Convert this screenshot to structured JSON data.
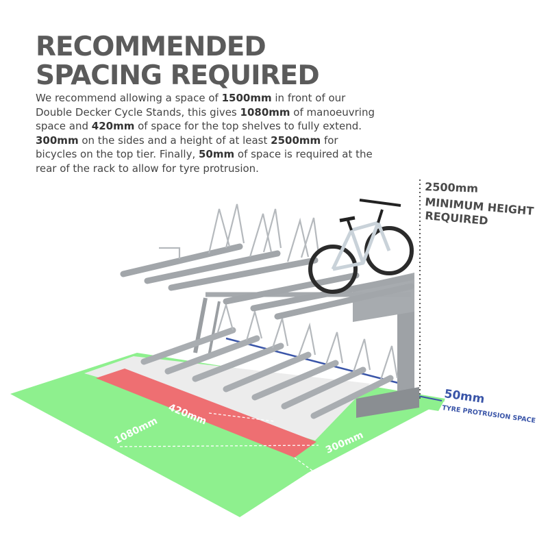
{
  "heading": {
    "line1": "RECOMMENDED",
    "line2": "SPACING REQUIRED"
  },
  "description": {
    "t1": "We recommend allowing a space of ",
    "b1": "1500mm",
    "t2": " in front of our Double Decker Cycle Stands, this gives ",
    "b2": "1080mm",
    "t3": " of manoeuvring space and ",
    "b3": "420mm",
    "t4": " of space for the top shelves to fully extend. ",
    "b4": "300mm",
    "t5": " on the sides and a height of at least ",
    "b5": "2500mm",
    "t6": " for bicycles on the top tier. Finally, ",
    "b6": "50mm",
    "t7": " of space is required at the rear of the rack to allow for tyre protrusion."
  },
  "labels": {
    "height_value": "2500mm",
    "height_line1": "MINIMUM HEIGHT",
    "height_line2": "REQUIRED",
    "rear_value": "50mm",
    "rear_text": "TYRE PROTRUSION SPACE",
    "shelf_extend": "420mm",
    "manoeuvre": "1080mm",
    "side": "300mm"
  },
  "colors": {
    "heading": "#5b5b5b",
    "body_text": "#444444",
    "green_zone": "#8ef08e",
    "red_zone": "#ee6f72",
    "rack_zone": "#ececec",
    "accent_blue": "#3a55a8",
    "metal": "#a9adb1"
  }
}
